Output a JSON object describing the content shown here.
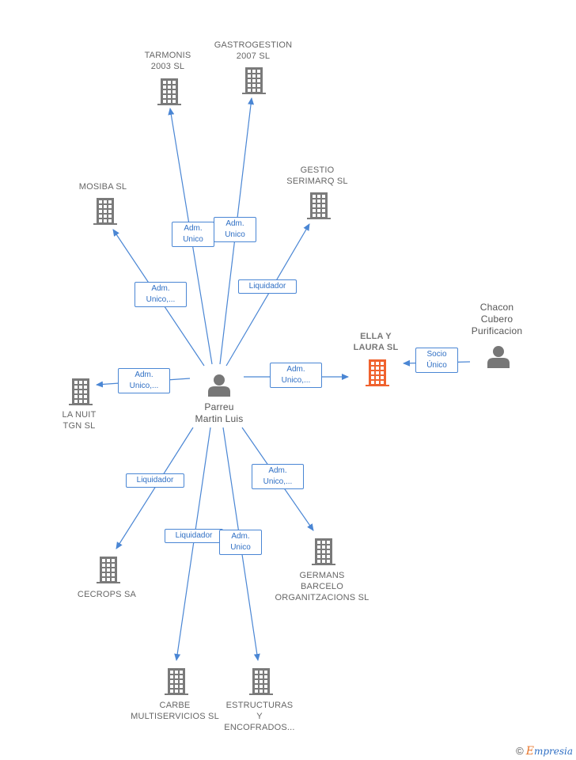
{
  "center": {
    "label": "Parreu\nMartin Luis",
    "icon": "person-icon"
  },
  "person_nodes": [
    {
      "id": "chacon",
      "label": "Chacon\nCubero\nPurificacion",
      "icon": "person-icon"
    }
  ],
  "company_nodes": [
    {
      "id": "tarmonis",
      "label": "TARMONIS\n2003  SL",
      "icon": "building-icon"
    },
    {
      "id": "gastrogestion",
      "label": "GASTROGESTION\n2007  SL",
      "icon": "building-icon"
    },
    {
      "id": "mosiba",
      "label": "MOSIBA SL",
      "icon": "building-icon"
    },
    {
      "id": "gestio",
      "label": "GESTIO\nSERIMARQ SL",
      "icon": "building-icon"
    },
    {
      "id": "ellaylaura",
      "label": "ELLA Y\nLAURA  SL",
      "icon": "building-icon",
      "highlight": true
    },
    {
      "id": "lanuit",
      "label": "LA NUIT\nTGN  SL",
      "icon": "building-icon"
    },
    {
      "id": "cecrops",
      "label": "CECROPS SA",
      "icon": "building-icon"
    },
    {
      "id": "germans",
      "label": "GERMANS\nBARCELO\nORGANITZACIONS SL",
      "icon": "building-icon"
    },
    {
      "id": "carbe",
      "label": "CARBE\nMULTISERVICIOS SL",
      "icon": "building-icon"
    },
    {
      "id": "estructuras",
      "label": "ESTRUCTURAS\nY\nENCOFRADOS...",
      "icon": "building-icon"
    }
  ],
  "relations": [
    {
      "from": "center",
      "to": "tarmonis",
      "label": "Adm.\nUnico"
    },
    {
      "from": "center",
      "to": "gastrogestion",
      "label": "Adm.\nUnico"
    },
    {
      "from": "center",
      "to": "mosiba",
      "label": "Adm.\nUnico,..."
    },
    {
      "from": "center",
      "to": "gestio",
      "label": "Liquidador"
    },
    {
      "from": "center",
      "to": "ellaylaura",
      "label": "Adm.\nUnico,..."
    },
    {
      "from": "center",
      "to": "lanuit",
      "label": "Adm.\nUnico,..."
    },
    {
      "from": "center",
      "to": "cecrops",
      "label": "Liquidador"
    },
    {
      "from": "center",
      "to": "germans",
      "label": "Adm.\nUnico,..."
    },
    {
      "from": "center",
      "to": "carbe",
      "label": "Liquidador"
    },
    {
      "from": "center",
      "to": "estructuras",
      "label": "Adm.\nUnico"
    },
    {
      "from": "chacon",
      "to": "ellaylaura",
      "label": "Socio\nÚnico"
    }
  ],
  "colors": {
    "edge": "#4a86d4",
    "building": "#7a7a7a",
    "building_highlight": "#f0622e",
    "person": "#777777"
  },
  "credit": {
    "copyright": "©",
    "brand_initial": "E",
    "brand_rest": "mpresia"
  }
}
